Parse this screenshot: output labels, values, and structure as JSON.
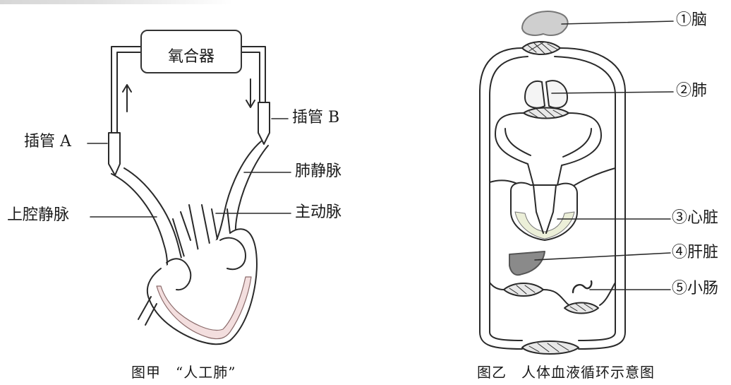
{
  "figure_a": {
    "oxygenator": "氧合器",
    "cannula_a": "插管 A",
    "cannula_b": "插管 B",
    "superior_vena_cava": "上腔静脉",
    "pulmonary_vein": "肺静脉",
    "aorta": "主动脉",
    "caption": "图甲　“人工肺”"
  },
  "figure_b": {
    "labels": {
      "brain": "①脑",
      "lung": "②肺",
      "heart": "③心脏",
      "liver": "④肝脏",
      "small_intestine": "⑤小肠"
    },
    "caption": "图乙　人体血液循环示意图"
  },
  "colors": {
    "line": "#2a2a2a",
    "heart_tint": "#f3dede",
    "organ_gray": "#8a8a8a"
  }
}
